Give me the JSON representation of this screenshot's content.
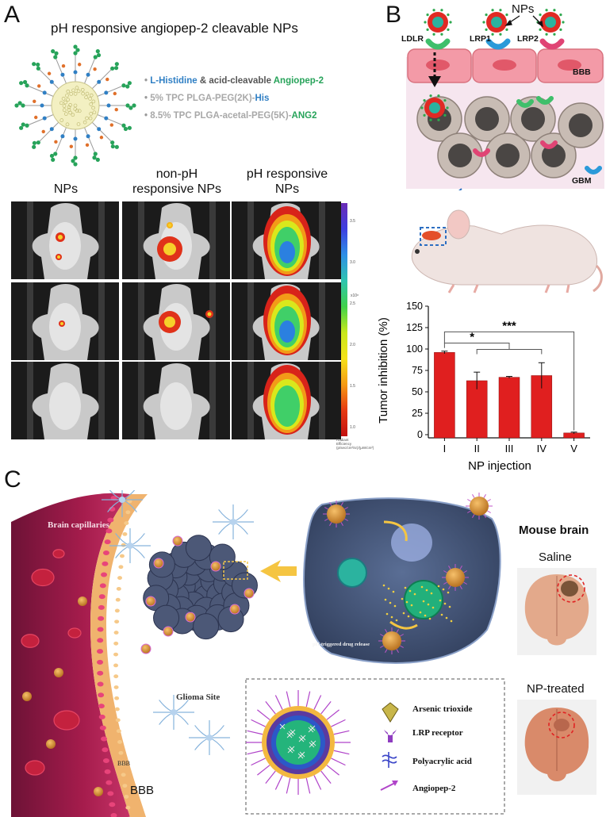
{
  "panel_a": {
    "letter": "A",
    "title": "pH responsive angiopep-2 cleavable NPs",
    "legend": [
      {
        "parts": [
          {
            "t": "L-Histidine",
            "c": "#2f7fc4"
          },
          {
            "t": " & acid-cleavable ",
            "c": "#555555"
          },
          {
            "t": "Angiopep-2",
            "c": "#27a35a"
          }
        ]
      },
      {
        "parts": [
          {
            "t": "5% TPC PLGA-PEG(2K)-",
            "c": "#a8a8a8"
          },
          {
            "t": "His",
            "c": "#2f7fc4"
          }
        ]
      },
      {
        "parts": [
          {
            "t": "8.5% TPC PLGA-acetal-PEG(5K)-",
            "c": "#a8a8a8"
          },
          {
            "t": "ANG2",
            "c": "#27a35a"
          }
        ]
      }
    ],
    "columns": [
      "NPs",
      "non-pH\nresponsive NPs",
      "pH responsive\nNPs"
    ],
    "colorbar": {
      "exp": "x10⁸",
      "ticks": [
        "3.5",
        "3.0",
        "2.5",
        "2.0",
        "1.5",
        "1.0"
      ],
      "caption": "Radiant Efficiency (p/sec/cm²/sr)/(µW/cm²)"
    }
  },
  "panel_b": {
    "letter": "B",
    "labels": {
      "nps": "NPs",
      "ldlr": "LDLR",
      "lrp1": "LRP1",
      "lrp2": "LRP2",
      "bbb": "BBB",
      "gbm": "GBM"
    }
  },
  "chart_data": {
    "type": "bar",
    "categories": [
      "I",
      "II",
      "III",
      "IV",
      "V"
    ],
    "values": [
      96,
      63,
      67,
      69,
      2
    ],
    "errors": [
      1.5,
      10,
      1,
      15,
      1
    ],
    "xlabel": "NP injection",
    "ylabel": "Tumor inhibition (%)",
    "ylim": [
      0,
      150
    ],
    "yticks": [
      0,
      25,
      50,
      75,
      100,
      125,
      150
    ],
    "significance": [
      "*",
      "***"
    ],
    "bar_color": "#e01f1f"
  },
  "panel_c": {
    "letter": "C",
    "brain_capillaries": "Brain capillaries",
    "drug_release": "pH-triggered drug release",
    "glioma": "Glioma Site",
    "bbb_tag": "BBB",
    "bbb_label": "BBB",
    "legend": [
      "Arsenic trioxide",
      "LRP receptor",
      "Polyacrylic acid",
      "Angiopep-2"
    ],
    "mouse_brain": "Mouse brain",
    "saline": "Saline",
    "treated": "NP-treated"
  }
}
